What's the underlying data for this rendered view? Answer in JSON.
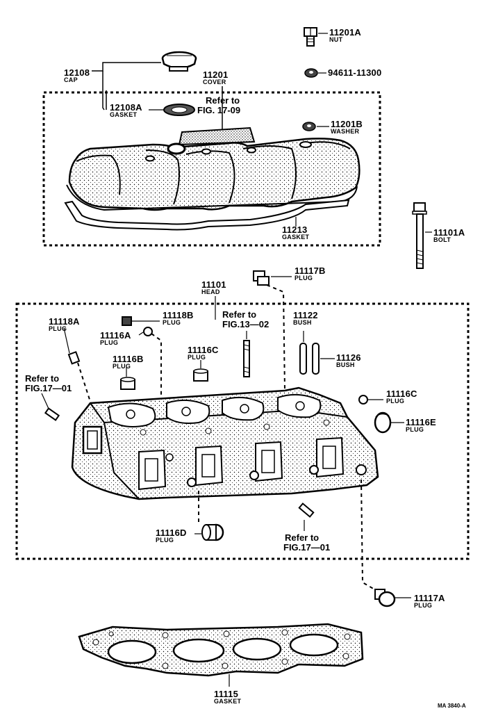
{
  "parts": {
    "nut_11201A": {
      "number": "11201A",
      "desc": "NUT"
    },
    "part_94611": {
      "number": "94611-11300"
    },
    "cap_12108": {
      "number": "12108",
      "desc": "CAP"
    },
    "cover_11201": {
      "number": "11201",
      "desc": "COVER"
    },
    "gasket_12108A": {
      "number": "12108A",
      "desc": "GASKET"
    },
    "washer_11201B": {
      "number": "11201B",
      "desc": "WASHER"
    },
    "gasket_11213": {
      "number": "11213",
      "desc": "GASKET"
    },
    "bolt_11101A": {
      "number": "11101A",
      "desc": "BOLT"
    },
    "plug_11117B": {
      "number": "11117B",
      "desc": "PLUG"
    },
    "head_11101": {
      "number": "11101",
      "desc": "HEAD"
    },
    "plug_11118A": {
      "number": "11118A",
      "desc": "PLUG"
    },
    "plug_11118B": {
      "number": "11118B",
      "desc": "PLUG"
    },
    "plug_11116A": {
      "number": "11116A",
      "desc": "PLUG"
    },
    "bush_11122": {
      "number": "11122",
      "desc": "BUSH"
    },
    "plug_11116C_a": {
      "number": "11116C",
      "desc": "PLUG"
    },
    "plug_11116B": {
      "number": "11116B",
      "desc": "PLUG"
    },
    "bush_11126": {
      "number": "11126",
      "desc": "BUSH"
    },
    "plug_11116C_b": {
      "number": "11116C",
      "desc": "PLUG"
    },
    "plug_11116E": {
      "number": "11116E",
      "desc": "PLUG"
    },
    "plug_11116D": {
      "number": "11116D",
      "desc": "PLUG"
    },
    "plug_11117A": {
      "number": "11117A",
      "desc": "PLUG"
    },
    "gasket_11115": {
      "number": "11115",
      "desc": "GASKET"
    }
  },
  "references": {
    "ref_17_09": {
      "line1": "Refer to",
      "line2": "FIG. 17-09"
    },
    "ref_13_02": {
      "line1": "Refer to",
      "line2": "FIG.13—02"
    },
    "ref_17_01_left": {
      "line1": "Refer to",
      "line2": "FIG.17—01"
    },
    "ref_17_01_bottom": {
      "line1": "Refer to",
      "line2": "FIG.17—01"
    }
  },
  "drawing_code": "MA 3840-A"
}
